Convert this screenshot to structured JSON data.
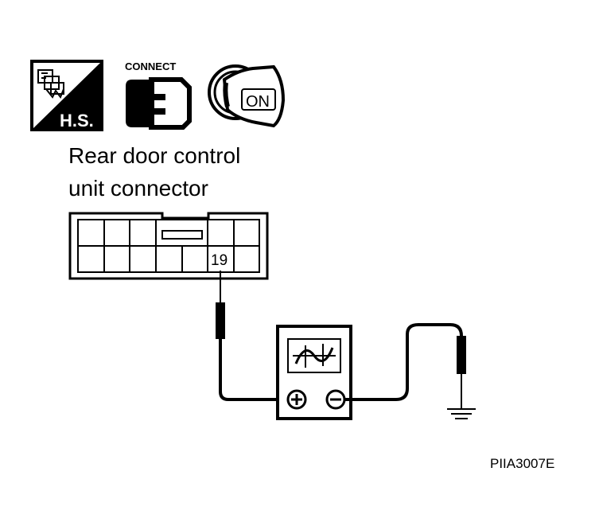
{
  "icons": {
    "harness_support_label": "H.S.",
    "connect_label": "CONNECT",
    "ignition_label": "ON"
  },
  "connector": {
    "title_line1": "Rear door control",
    "title_line2": "unit connector",
    "pin_label": "19"
  },
  "figure_code": "PIIA3007E"
}
